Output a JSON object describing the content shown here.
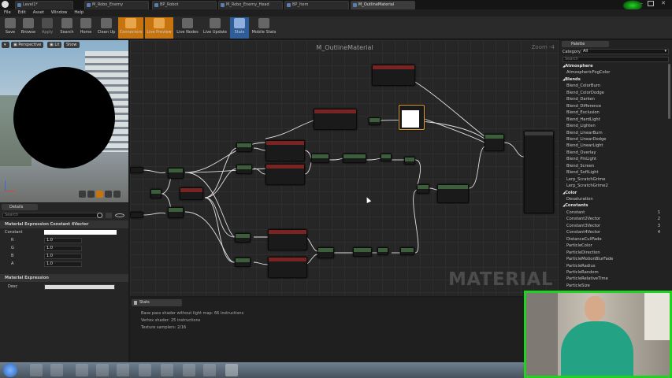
{
  "titlebar": {
    "tabs": [
      {
        "label": "Level1*"
      },
      {
        "label": "M_Robo_Enemy"
      },
      {
        "label": "BP_Robot"
      },
      {
        "label": "M_Robo_Enemy_Head"
      },
      {
        "label": "BP_Item"
      },
      {
        "label": "M_OutlineMaterial"
      }
    ]
  },
  "menu": [
    "File",
    "Edit",
    "Asset",
    "Window",
    "Help"
  ],
  "toolbar": [
    {
      "label": "Save",
      "icon": "save-icon"
    },
    {
      "label": "Browse",
      "icon": "browse-icon"
    },
    {
      "label": "Apply",
      "icon": "apply-icon"
    },
    {
      "label": "Search",
      "icon": "search-icon"
    },
    {
      "label": "Home",
      "icon": "home-icon"
    },
    {
      "label": "Clean Up",
      "icon": "clean-up-icon"
    },
    {
      "label": "Connectors",
      "icon": "connectors-icon"
    },
    {
      "label": "Live Preview",
      "icon": "live-preview-icon"
    },
    {
      "label": "Live Nodes",
      "icon": "live-nodes-icon"
    },
    {
      "label": "Live Update",
      "icon": "live-update-icon"
    },
    {
      "label": "Stats",
      "icon": "stats-icon"
    },
    {
      "label": "Mobile Stats",
      "icon": "mobile-stats-icon"
    }
  ],
  "viewport": {
    "perspective": "Perspective",
    "lit": "Lit",
    "show": "Show"
  },
  "details": {
    "tab": "Details",
    "search_placeholder": "Search",
    "section1": "Material Expression Constant 4Vector",
    "constant_label": "Constant",
    "channels": [
      {
        "label": "R",
        "value": "1.0"
      },
      {
        "label": "G",
        "value": "1.0"
      },
      {
        "label": "B",
        "value": "1.0"
      },
      {
        "label": "A",
        "value": "1.0"
      }
    ],
    "section2": "Material Expression",
    "desc_label": "Desc"
  },
  "graph": {
    "title": "M_OutlineMaterial",
    "zoom": "Zoom -4",
    "watermark": "MATERIAL"
  },
  "stats": {
    "tab": "Stats",
    "lines": [
      "Base pass shader without light map: 66 instructions",
      "Vertex shader: 25 instructions",
      "Texture samplers: 2/16"
    ]
  },
  "palette": {
    "tab": "Palette",
    "category_label": "Category:",
    "category_value": "All",
    "search_placeholder": "Search",
    "items": [
      {
        "label": "Atmosphere",
        "cat": true
      },
      {
        "label": "AtmosphericFogColor"
      },
      {
        "label": "Blends",
        "cat": true
      },
      {
        "label": "Blend_ColorBurn"
      },
      {
        "label": "Blend_ColorDodge"
      },
      {
        "label": "Blend_Darken"
      },
      {
        "label": "Blend_Difference"
      },
      {
        "label": "Blend_Exclusion"
      },
      {
        "label": "Blend_HardLight"
      },
      {
        "label": "Blend_Lighten"
      },
      {
        "label": "Blend_LinearBurn"
      },
      {
        "label": "Blend_LinearDodge"
      },
      {
        "label": "Blend_LinearLight"
      },
      {
        "label": "Blend_Overlay"
      },
      {
        "label": "Blend_PinLight"
      },
      {
        "label": "Blend_Screen"
      },
      {
        "label": "Blend_SoftLight"
      },
      {
        "label": "Lerp_ScratchGrime"
      },
      {
        "label": "Lerp_ScratchGrime2"
      },
      {
        "label": "Color",
        "cat": true
      },
      {
        "label": "Desaturation"
      },
      {
        "label": "Constants",
        "cat": true
      },
      {
        "label": "Constant",
        "num": "1"
      },
      {
        "label": "Constant2Vector",
        "num": "2"
      },
      {
        "label": "Constant3Vector",
        "num": "3"
      },
      {
        "label": "Constant4Vector",
        "num": "4"
      },
      {
        "label": "DistanceCullFade"
      },
      {
        "label": "ParticleColor"
      },
      {
        "label": "ParticleDirection"
      },
      {
        "label": "ParticleMotionBlurFade"
      },
      {
        "label": "ParticleRadius"
      },
      {
        "label": "ParticleRandom"
      },
      {
        "label": "ParticleRelativeTime"
      },
      {
        "label": "ParticleSize"
      }
    ]
  }
}
